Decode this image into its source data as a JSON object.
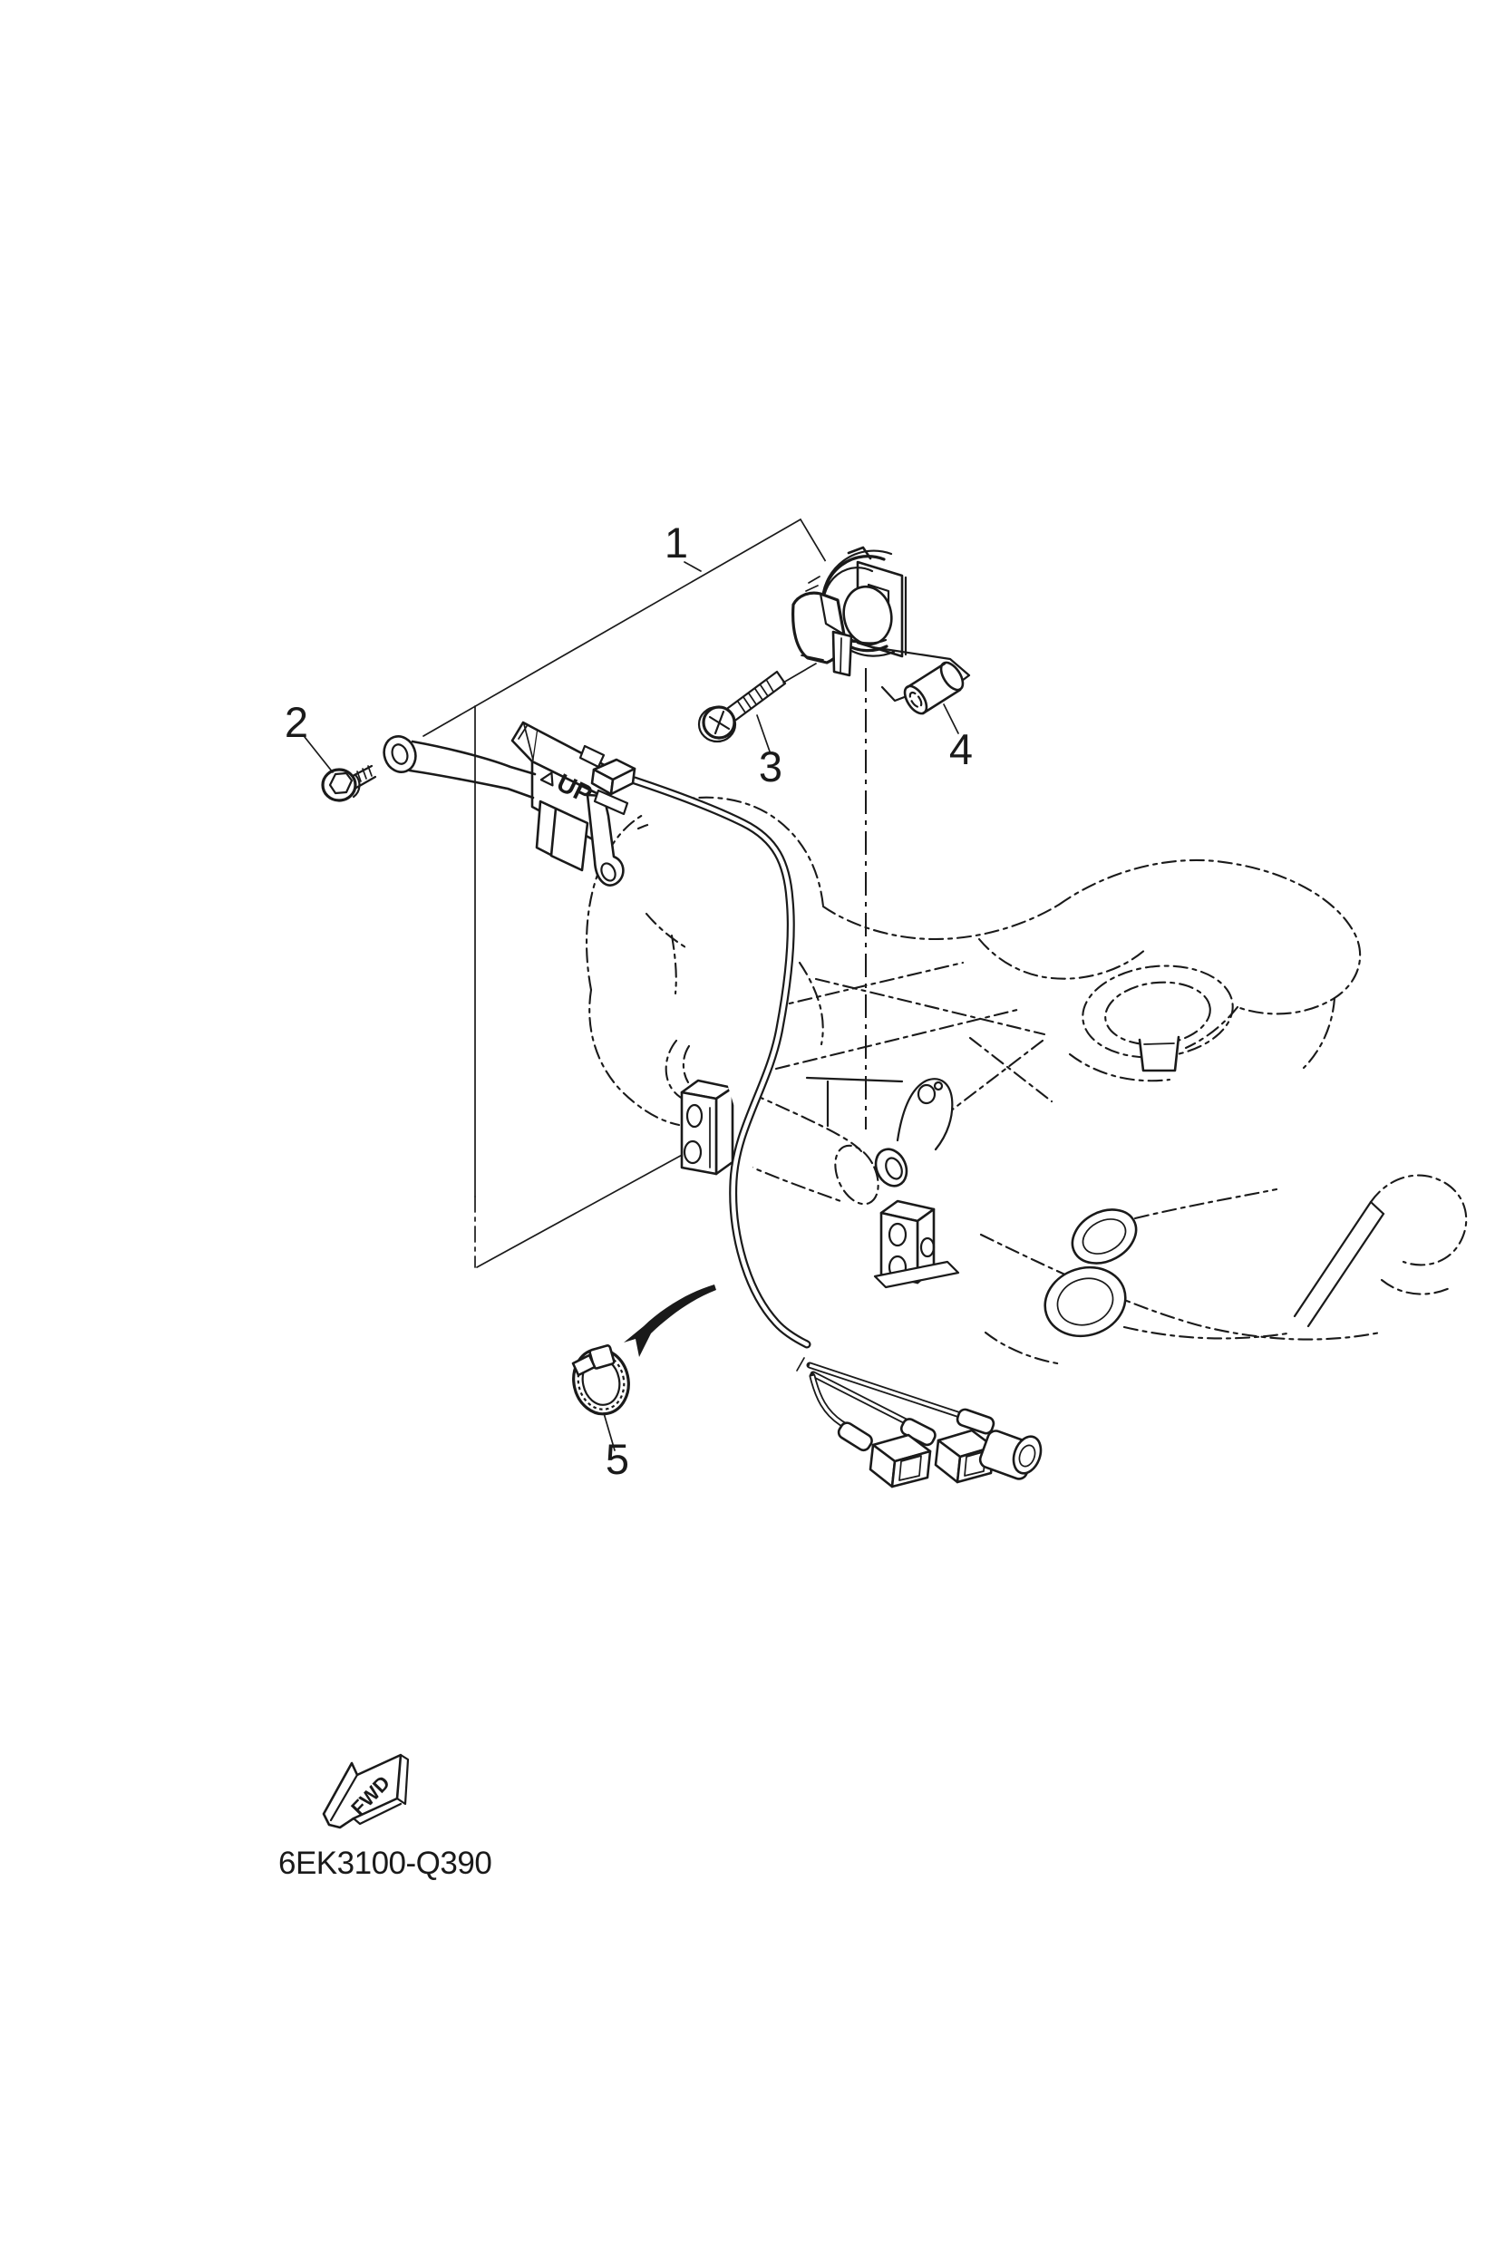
{
  "page": {
    "background_color": "#ffffff",
    "line_color": "#1a1a1a"
  },
  "diagram": {
    "drawing_code": "6EK3100-Q390",
    "fwd_label": "FWD",
    "up_label": "UP",
    "callouts": [
      "1",
      "2",
      "3",
      "4",
      "5"
    ]
  },
  "icons": {
    "fwd_arrow": "3d-forward-direction-arrow",
    "install_arrow": "curved-install-arrow",
    "up_triangle": "triangle-up-icon"
  }
}
